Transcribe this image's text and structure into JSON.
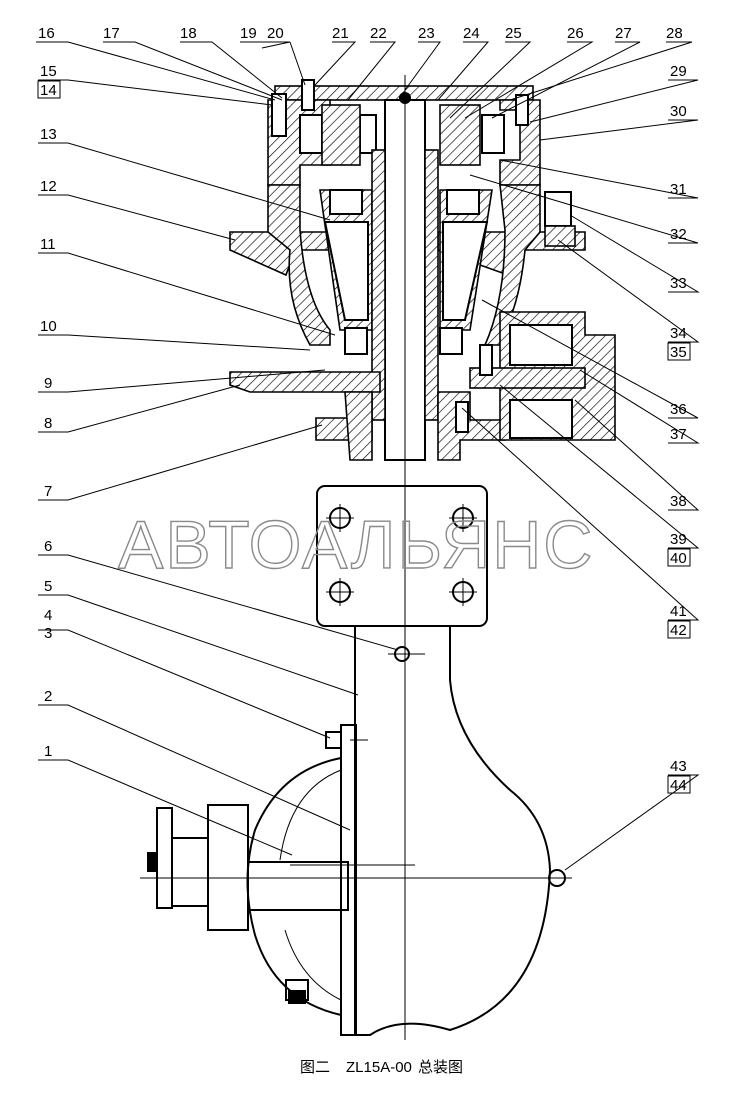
{
  "diagram": {
    "watermark": "АВТОАЛЬЯНС",
    "caption": {
      "prefix": "图二",
      "code": "ZL15A-00",
      "suffix": "总装图"
    },
    "callouts_left": [
      "16",
      "17",
      "18",
      "19",
      "20",
      "21",
      "22",
      "23",
      "24",
      "25",
      "26",
      "27",
      "28",
      "15",
      "14",
      "13",
      "12",
      "11",
      "10",
      "9",
      "8",
      "7",
      "6",
      "5",
      "4",
      "3",
      "2",
      "1"
    ],
    "callouts_right": [
      "29",
      "30",
      "31",
      "32",
      "33",
      "34",
      "35",
      "36",
      "37",
      "38",
      "39",
      "40",
      "41",
      "42",
      "43",
      "44"
    ],
    "boxed_callouts": [
      "14",
      "35",
      "40",
      "42",
      "44"
    ]
  }
}
